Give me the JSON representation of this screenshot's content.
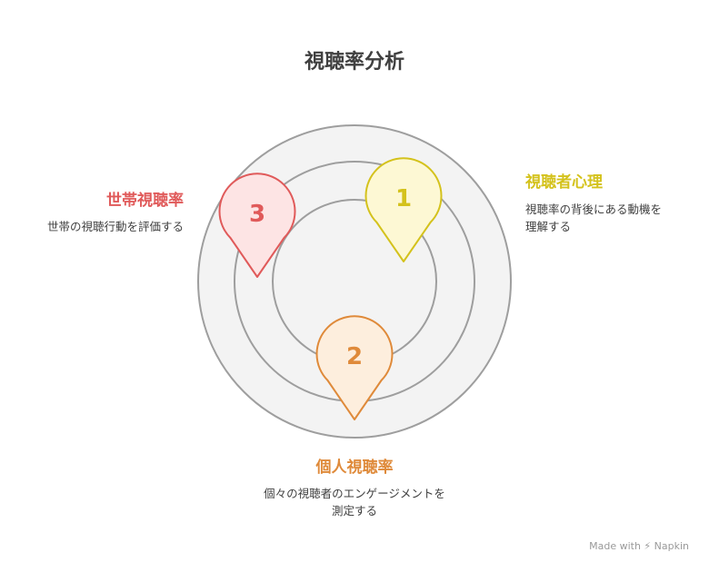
{
  "title": "視聴率分析",
  "items": [
    {
      "number": "1",
      "heading": "視聴者心理",
      "description": "視聴率の背後にある動機を理解する",
      "color": "#d4c21c",
      "fill": "#fdf8d4"
    },
    {
      "number": "2",
      "heading": "個人視聴率",
      "description": "個々の視聴者のエンゲージメントを測定する",
      "color": "#df8a3a",
      "fill": "#fdeedd"
    },
    {
      "number": "3",
      "heading": "世帯視聴率",
      "description": "世帯の視聴行動を評価する",
      "color": "#e05a5a",
      "fill": "#fde4e4"
    }
  ],
  "footer": "Made with ⚡ Napkin"
}
